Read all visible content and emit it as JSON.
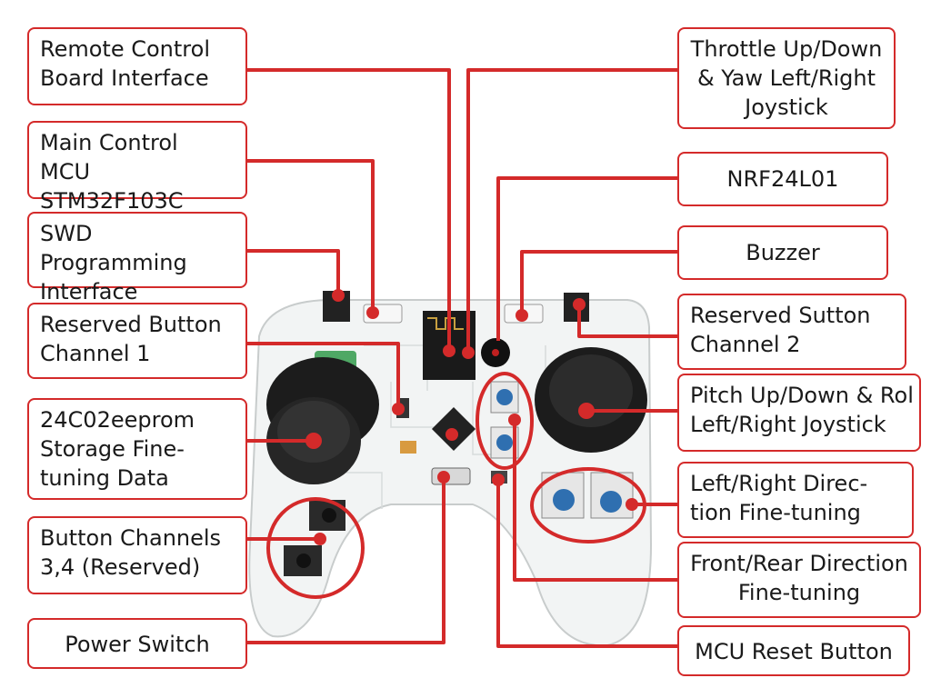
{
  "labels": {
    "remote_control": "Remote Control\nBoard Interface",
    "main_mcu": "Main Control MCU\nSTM32F103C",
    "swd": "SWD Programming\nInterface",
    "reserved_btn_1": "Reserved Button\nChannel 1",
    "eeprom": "24C02eeprom\nStorage Fine-\ntuning Data",
    "btn_channels_34": "Button Channels\n3,4 (Reserved)",
    "power_switch": "Power Switch",
    "throttle_yaw": "Throttle Up/Down\n& Yaw Left/Right\nJoystick",
    "nrf": "NRF24L01",
    "buzzer": "Buzzer",
    "reserved_btn_2": "Reserved Sutton\nChannel 2",
    "pitch_roll": "Pitch Up/Down & Rol\nLeft/Right Joystick",
    "left_right_trim": "Left/Right Direc-\ntion Fine-tuning",
    "front_rear_trim": "Front/Rear Direction\nFine-tuning",
    "mcu_reset": "MCU Reset Button"
  },
  "colors": {
    "accent": "#d42a2a",
    "board": "#f2f4f4",
    "joystick": "#1c1c1c",
    "button_cap": "#2f6fb0"
  }
}
